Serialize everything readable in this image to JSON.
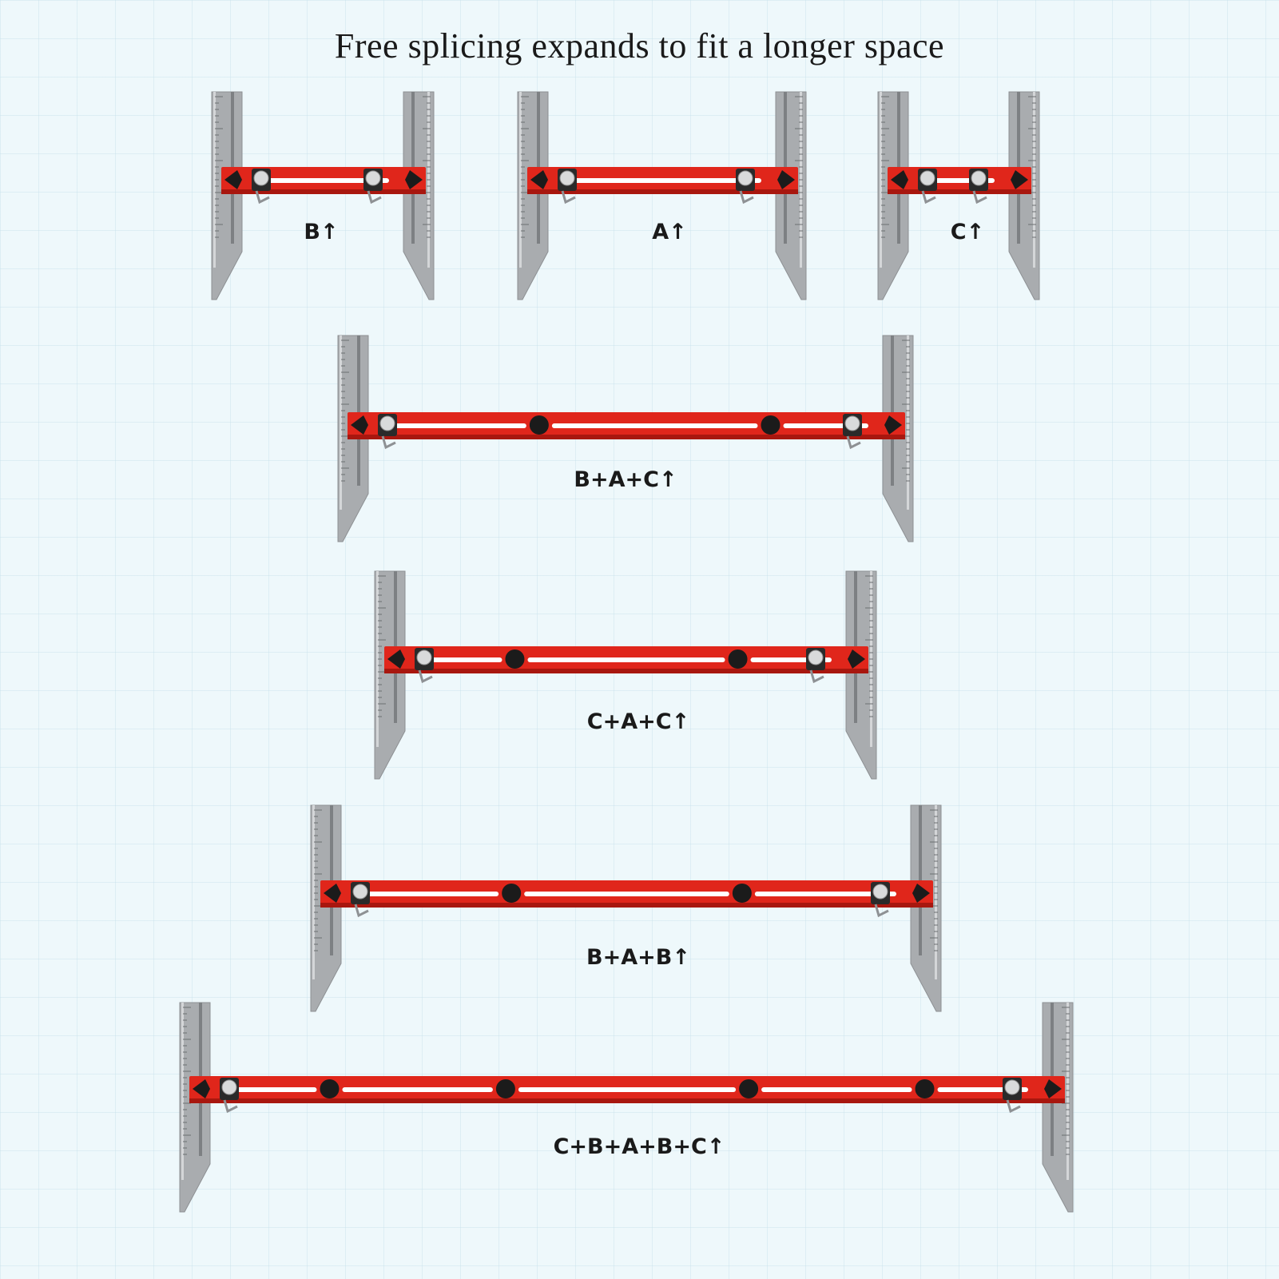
{
  "title": "Free splicing expands to fit a longer space",
  "configurations": [
    {
      "caption": "B↑",
      "segments": [
        "B"
      ]
    },
    {
      "caption": "A↑",
      "segments": [
        "A"
      ]
    },
    {
      "caption": "C↑",
      "segments": [
        "C"
      ]
    },
    {
      "caption": "B+A+C↑",
      "segments": [
        "B",
        "A",
        "C"
      ]
    },
    {
      "caption": "C+A+C↑",
      "segments": [
        "C",
        "A",
        "C"
      ]
    },
    {
      "caption": "B+A+B↑",
      "segments": [
        "B",
        "A",
        "B"
      ]
    },
    {
      "caption": "C+B+A+B+C↑",
      "segments": [
        "C",
        "B",
        "A",
        "B",
        "C"
      ]
    }
  ],
  "colors": {
    "bar": "#e0261b",
    "bar_dark": "#a8170f",
    "ruler": "#a9acaf",
    "knob": "#1b1b1b"
  }
}
